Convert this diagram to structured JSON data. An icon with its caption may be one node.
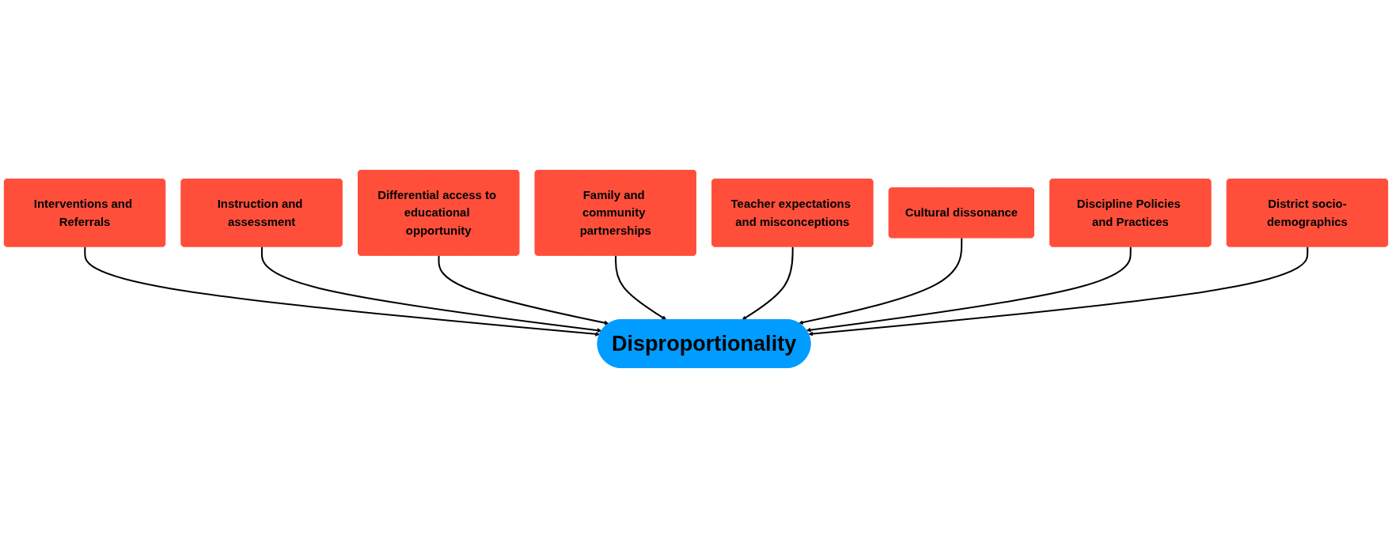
{
  "diagram": {
    "nodes": [
      {
        "text": [
          "Instruction and assessment"
        ]
      },
      {
        "text": [
          "Differential access to educational opportunity"
        ]
      },
      {
        "text": [
          "Family and community partnerships"
        ]
      },
      {
        "text": [
          "Teacher expectations and misconceptions"
        ]
      },
      {
        "text": [
          "Interventions and Referrals"
        ]
      },
      {
        "text": [
          "Cultural dissonance"
        ]
      },
      {
        "text": [
          "Disproportionality"
        ]
      },
      {
        "text": [
          "Discipline Policies and Practices"
        ]
      },
      {
        "text": [
          "District socio-demographics"
        ]
      }
    ],
    "edges": [
      {
        "from": 4,
        "to": 6,
        "arrow": "to"
      },
      {
        "from": 0,
        "to": 6,
        "arrow": "to"
      },
      {
        "from": 1,
        "to": 6,
        "arrow": "to"
      },
      {
        "from": 2,
        "to": 6,
        "arrow": "to"
      },
      {
        "from": 3,
        "to": 6,
        "arrow": "to"
      },
      {
        "from": 5,
        "to": 6,
        "arrow": "to"
      },
      {
        "from": 7,
        "to": 6,
        "arrow": "to"
      },
      {
        "from": 8,
        "to": 6,
        "arrow": "to"
      }
    ]
  }
}
